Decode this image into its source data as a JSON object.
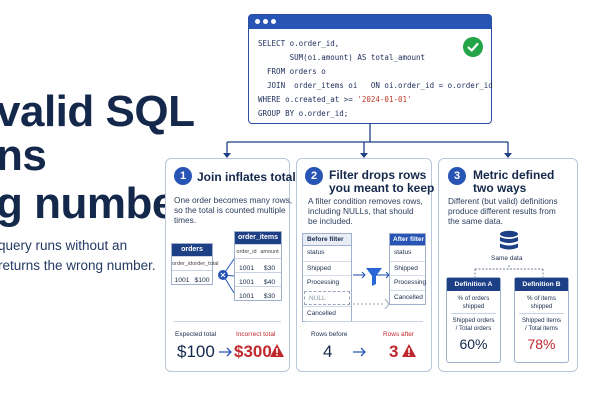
{
  "headline": {
    "line1": "valid SQL",
    "line2": "ns",
    "line3": "g numbers"
  },
  "subtext": {
    "line1": "query runs without an",
    "line2": "returns the wrong number."
  },
  "sql": {
    "line1": "SELECT o.order_id,",
    "line2": "       SUM(oi.amount) AS total_amount",
    "line3": "  FROM orders o",
    "line4": "  JOIN  order_items oi   ON oi.order_id = o.order_id",
    "line5_pre": "WHERE o.created_at >= ",
    "line5_str": "'2024-01-01'",
    "line6": "GROUP BY o.order_id;",
    "status_icon": "check-circle-icon"
  },
  "panel1": {
    "number": "1",
    "title": "Join inflates totals",
    "desc1": "One order becomes many rows,",
    "desc2": "so the total is counted multiple",
    "desc3": "times.",
    "orders_table": {
      "title": "orders",
      "columns": [
        "order_id",
        "order_total"
      ],
      "row": [
        "1001",
        "$100"
      ]
    },
    "items_table": {
      "title": "order_items",
      "columns": [
        "order_id",
        "amount"
      ],
      "rows": [
        [
          "1001",
          "$30"
        ],
        [
          "1001",
          "$40"
        ],
        [
          "1001",
          "$30"
        ]
      ]
    },
    "expected_label": "Expected total",
    "expected_value": "$100",
    "incorrect_label": "Incorrect total",
    "incorrect_value": "$300",
    "warning_icon": "warning-triangle-icon",
    "colors": {
      "accent": "#2855b5",
      "error": "#c0282d"
    }
  },
  "panel2": {
    "number": "2",
    "title1": "Filter drops rows",
    "title2": "you meant to keep",
    "desc1": "A filter condition removes rows,",
    "desc2": "including NULLs, that should",
    "desc3": "be included.",
    "before": {
      "title": "Before filter",
      "items": [
        "status",
        "Shipped",
        "Processing",
        "NULL",
        "Cancelled"
      ]
    },
    "after": {
      "title": "After filter",
      "items": [
        "status",
        "Shipped",
        "Processing",
        "Cancelled"
      ]
    },
    "funnel_icon": "funnel-icon",
    "rows_before_label": "Rows before",
    "rows_before_value": "4",
    "rows_after_label": "Rows after",
    "rows_after_value": "3"
  },
  "panel3": {
    "number": "3",
    "title1": "Metric defined",
    "title2": "two ways",
    "desc1": "Different (but valid) definitions",
    "desc2": "produce different results from",
    "desc3": "the same data.",
    "db_icon": "database-icon",
    "same_data": "Same data",
    "defA": {
      "title": "Definition A",
      "l1": "% of orders",
      "l2": "shipped",
      "f1": "Shipped orders",
      "f2": "/ Total orders",
      "value": "60%"
    },
    "defB": {
      "title": "Definition B",
      "l1": "% of items",
      "l2": "shipped",
      "f1": "Shipped items",
      "f2": "/ Total items",
      "value": "78%"
    }
  }
}
